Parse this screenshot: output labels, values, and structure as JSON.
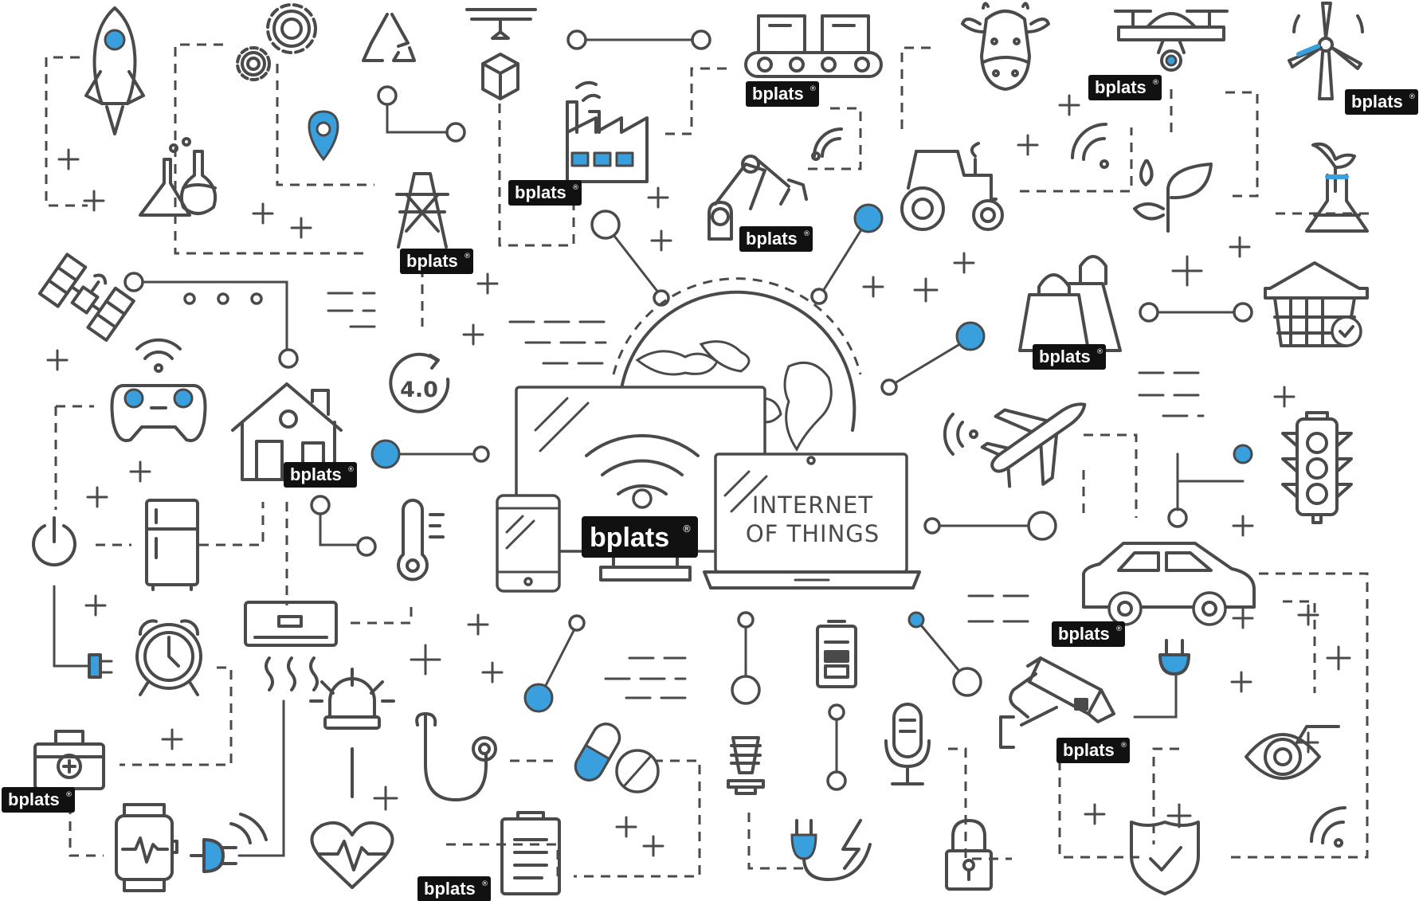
{
  "center": {
    "title_line1": "INTERNET",
    "title_line2": "OF THINGS",
    "brand": "bplats",
    "registered_mark": "®"
  },
  "industry_badge": "4.0",
  "watermark_label": "bplats",
  "watermark_mark": "®",
  "colors": {
    "accent": "#3aa0dd",
    "line": "#4a4a4a",
    "badge": "#111111"
  },
  "icons": [
    "rocket-icon",
    "gears-icon",
    "recycle-icon",
    "3d-printer-icon",
    "conveyor-belt-icon",
    "cow-icon",
    "drone-icon",
    "wind-turbine-icon",
    "lab-flasks-icon",
    "location-pin-icon",
    "factory-icon",
    "robot-arm-icon",
    "tractor-icon",
    "plant-icon",
    "plant-flask-icon",
    "satellite-icon",
    "power-tower-icon",
    "shopping-bags-icon",
    "shopping-basket-icon",
    "gamepad-icon",
    "smart-home-icon",
    "airplane-icon",
    "traffic-light-icon",
    "fridge-icon",
    "thermometer-icon",
    "power-button-icon",
    "car-icon",
    "alarm-clock-icon",
    "air-conditioner-icon",
    "battery-icon",
    "security-camera-icon",
    "first-aid-kit-icon",
    "siren-icon",
    "stethoscope-icon",
    "pills-icon",
    "light-bulb-icon",
    "microphone-icon",
    "eye-icon",
    "smartwatch-icon",
    "heart-rate-icon",
    "clipboard-icon",
    "electric-plug-icon",
    "padlock-icon",
    "shield-check-icon",
    "wifi-icon"
  ]
}
